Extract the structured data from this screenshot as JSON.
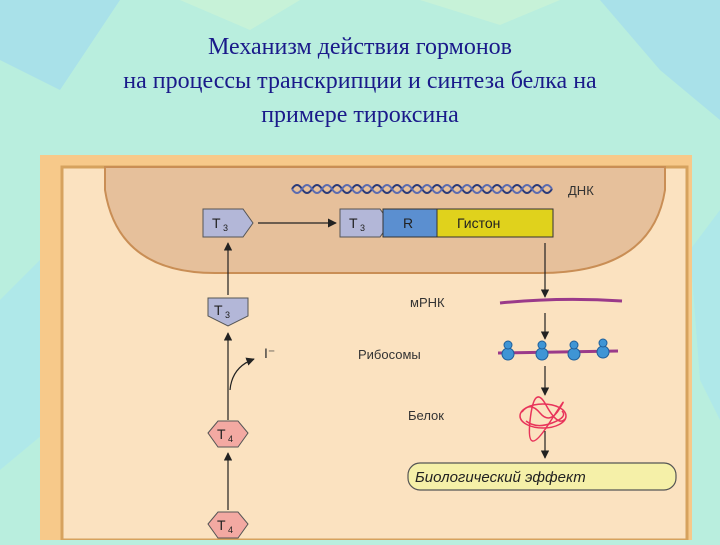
{
  "title": {
    "line1": "Механизм действия гормонов",
    "line2": "на процессы транскрипции и синтеза белка на",
    "line3": "примере тироксина"
  },
  "diagram": {
    "hormone_t3": "Т",
    "sub_t3": "3",
    "hormone_t4": "Т",
    "sub_t4": "4",
    "receptor": "R",
    "histone": "Гистон",
    "dna": "ДНК",
    "mrna": "мРНК",
    "ribosomes": "Рибосомы",
    "protein": "Белок",
    "iodide": "I⁻",
    "effect": "Биологический эффект"
  },
  "colors": {
    "cell": "#f9cf8e",
    "nucleus": "#e6c09b",
    "hormone_t3": "#b3b7d8",
    "hormone_t4": "#f3a9a2",
    "receptor": "#5b8fd0",
    "histone": "#e0d21c",
    "mrna": "#9a3a8a",
    "ribosome": "#3f95d5",
    "protein": "#e8335a",
    "effect_bg": "#f5f0a8"
  }
}
